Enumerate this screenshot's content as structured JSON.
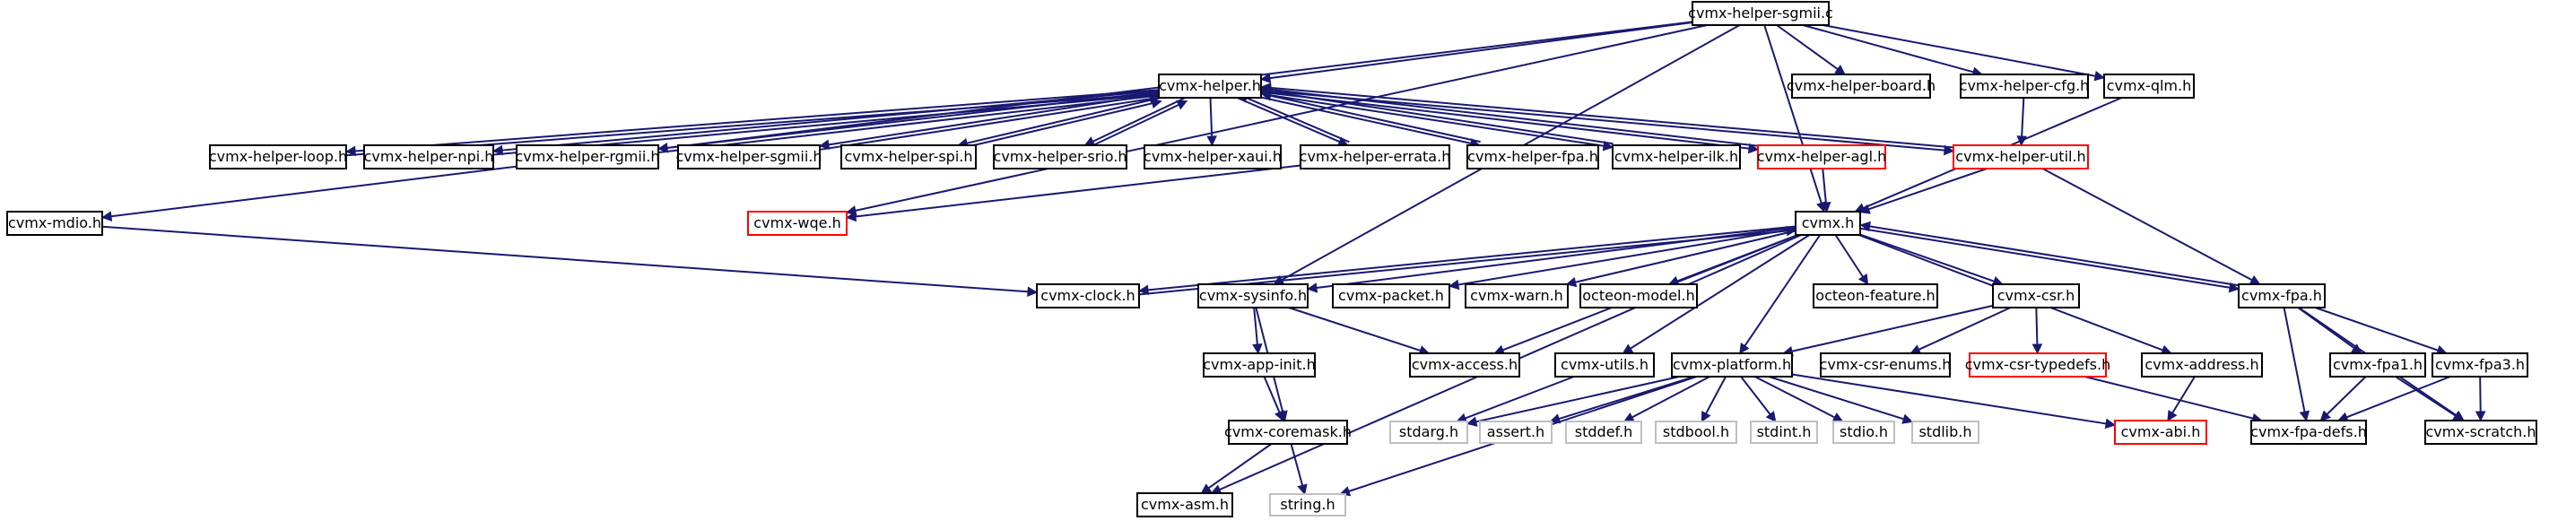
{
  "colors": {
    "edge": "#191970",
    "border_normal": "#000000",
    "border_link_red": "#ff0000",
    "border_external": "#bfbfbf",
    "root_fill": "#bfbfbf",
    "node_fill": "#ffffff"
  },
  "nodes": [
    {
      "id": "sgmii_c",
      "label": "cvmx-helper-sgmii.c",
      "kind": "root"
    },
    {
      "id": "mdio",
      "label": "cvmx-mdio.h",
      "kind": "normal"
    },
    {
      "id": "helper",
      "label": "cvmx-helper.h",
      "kind": "normal"
    },
    {
      "id": "board",
      "label": "cvmx-helper-board.h",
      "kind": "normal"
    },
    {
      "id": "cfg",
      "label": "cvmx-helper-cfg.h",
      "kind": "normal"
    },
    {
      "id": "qlm",
      "label": "cvmx-qlm.h",
      "kind": "normal"
    },
    {
      "id": "loop",
      "label": "cvmx-helper-loop.h",
      "kind": "normal"
    },
    {
      "id": "npi",
      "label": "cvmx-helper-npi.h",
      "kind": "normal"
    },
    {
      "id": "rgmii",
      "label": "cvmx-helper-rgmii.h",
      "kind": "normal"
    },
    {
      "id": "sgmii_h",
      "label": "cvmx-helper-sgmii.h",
      "kind": "normal"
    },
    {
      "id": "spi",
      "label": "cvmx-helper-spi.h",
      "kind": "normal"
    },
    {
      "id": "srio",
      "label": "cvmx-helper-srio.h",
      "kind": "normal"
    },
    {
      "id": "xaui",
      "label": "cvmx-helper-xaui.h",
      "kind": "normal"
    },
    {
      "id": "errata",
      "label": "cvmx-helper-errata.h",
      "kind": "normal"
    },
    {
      "id": "hfpa",
      "label": "cvmx-helper-fpa.h",
      "kind": "normal"
    },
    {
      "id": "ilk",
      "label": "cvmx-helper-ilk.h",
      "kind": "normal"
    },
    {
      "id": "agl",
      "label": "cvmx-helper-agl.h",
      "kind": "link"
    },
    {
      "id": "util",
      "label": "cvmx-helper-util.h",
      "kind": "link"
    },
    {
      "id": "wqe",
      "label": "cvmx-wqe.h",
      "kind": "link"
    },
    {
      "id": "cvmx",
      "label": "cvmx.h",
      "kind": "normal"
    },
    {
      "id": "clock",
      "label": "cvmx-clock.h",
      "kind": "normal"
    },
    {
      "id": "sysinfo",
      "label": "cvmx-sysinfo.h",
      "kind": "normal"
    },
    {
      "id": "packet",
      "label": "cvmx-packet.h",
      "kind": "normal"
    },
    {
      "id": "warn",
      "label": "cvmx-warn.h",
      "kind": "normal"
    },
    {
      "id": "model",
      "label": "octeon-model.h",
      "kind": "normal"
    },
    {
      "id": "feature",
      "label": "octeon-feature.h",
      "kind": "normal"
    },
    {
      "id": "csr",
      "label": "cvmx-csr.h",
      "kind": "normal"
    },
    {
      "id": "fpa",
      "label": "cvmx-fpa.h",
      "kind": "normal"
    },
    {
      "id": "appinit",
      "label": "cvmx-app-init.h",
      "kind": "normal"
    },
    {
      "id": "access",
      "label": "cvmx-access.h",
      "kind": "normal"
    },
    {
      "id": "utils",
      "label": "cvmx-utils.h",
      "kind": "normal"
    },
    {
      "id": "platform",
      "label": "cvmx-platform.h",
      "kind": "normal"
    },
    {
      "id": "csrenums",
      "label": "cvmx-csr-enums.h",
      "kind": "normal"
    },
    {
      "id": "csrtypedefs",
      "label": "cvmx-csr-typedefs.h",
      "kind": "link"
    },
    {
      "id": "address",
      "label": "cvmx-address.h",
      "kind": "normal"
    },
    {
      "id": "fpa1",
      "label": "cvmx-fpa1.h",
      "kind": "normal"
    },
    {
      "id": "fpa3",
      "label": "cvmx-fpa3.h",
      "kind": "normal"
    },
    {
      "id": "coremask",
      "label": "cvmx-coremask.h",
      "kind": "normal"
    },
    {
      "id": "stdarg",
      "label": "stdarg.h",
      "kind": "external"
    },
    {
      "id": "assert",
      "label": "assert.h",
      "kind": "external"
    },
    {
      "id": "stddef",
      "label": "stddef.h",
      "kind": "external"
    },
    {
      "id": "stdbool",
      "label": "stdbool.h",
      "kind": "external"
    },
    {
      "id": "stdint",
      "label": "stdint.h",
      "kind": "external"
    },
    {
      "id": "stdio",
      "label": "stdio.h",
      "kind": "external"
    },
    {
      "id": "stdlib",
      "label": "stdlib.h",
      "kind": "external"
    },
    {
      "id": "abi",
      "label": "cvmx-abi.h",
      "kind": "link"
    },
    {
      "id": "fpadefs",
      "label": "cvmx-fpa-defs.h",
      "kind": "normal"
    },
    {
      "id": "scratch",
      "label": "cvmx-scratch.h",
      "kind": "normal"
    },
    {
      "id": "asm",
      "label": "cvmx-asm.h",
      "kind": "normal"
    },
    {
      "id": "string",
      "label": "string.h",
      "kind": "external"
    }
  ],
  "edges": [
    [
      "sgmii_c",
      "mdio"
    ],
    [
      "sgmii_c",
      "helper"
    ],
    [
      "sgmii_c",
      "board"
    ],
    [
      "sgmii_c",
      "cfg"
    ],
    [
      "sgmii_c",
      "qlm"
    ],
    [
      "sgmii_c",
      "cvmx"
    ],
    [
      "sgmii_c",
      "wqe"
    ],
    [
      "sgmii_c",
      "sysinfo"
    ],
    [
      "helper",
      "loop"
    ],
    [
      "helper",
      "npi"
    ],
    [
      "helper",
      "rgmii"
    ],
    [
      "helper",
      "sgmii_h"
    ],
    [
      "helper",
      "spi"
    ],
    [
      "helper",
      "srio"
    ],
    [
      "helper",
      "xaui"
    ],
    [
      "helper",
      "errata"
    ],
    [
      "helper",
      "hfpa"
    ],
    [
      "helper",
      "ilk"
    ],
    [
      "helper",
      "agl"
    ],
    [
      "helper",
      "util"
    ],
    [
      "loop",
      "helper"
    ],
    [
      "npi",
      "helper"
    ],
    [
      "rgmii",
      "helper"
    ],
    [
      "sgmii_h",
      "helper"
    ],
    [
      "spi",
      "helper"
    ],
    [
      "srio",
      "helper"
    ],
    [
      "errata",
      "helper"
    ],
    [
      "hfpa",
      "helper"
    ],
    [
      "ilk",
      "helper"
    ],
    [
      "agl",
      "helper"
    ],
    [
      "util",
      "helper"
    ],
    [
      "errata",
      "wqe"
    ],
    [
      "agl",
      "cvmx"
    ],
    [
      "cfg",
      "util"
    ],
    [
      "util",
      "cvmx"
    ],
    [
      "util",
      "fpa"
    ],
    [
      "qlm",
      "cvmx"
    ],
    [
      "mdio",
      "clock"
    ],
    [
      "cvmx",
      "clock"
    ],
    [
      "cvmx",
      "sysinfo"
    ],
    [
      "cvmx",
      "packet"
    ],
    [
      "cvmx",
      "warn"
    ],
    [
      "cvmx",
      "model"
    ],
    [
      "cvmx",
      "feature"
    ],
    [
      "cvmx",
      "csr"
    ],
    [
      "cvmx",
      "fpa"
    ],
    [
      "cvmx",
      "access"
    ],
    [
      "cvmx",
      "utils"
    ],
    [
      "cvmx",
      "platform"
    ],
    [
      "cvmx",
      "address"
    ],
    [
      "cvmx",
      "asm"
    ],
    [
      "clock",
      "cvmx"
    ],
    [
      "fpa",
      "cvmx"
    ],
    [
      "sysinfo",
      "appinit"
    ],
    [
      "sysinfo",
      "coremask"
    ],
    [
      "sysinfo",
      "access"
    ],
    [
      "appinit",
      "coremask"
    ],
    [
      "coremask",
      "asm"
    ],
    [
      "coremask",
      "string"
    ],
    [
      "utils",
      "stdarg"
    ],
    [
      "csr",
      "platform"
    ],
    [
      "csr",
      "csrenums"
    ],
    [
      "csr",
      "csrtypedefs"
    ],
    [
      "platform",
      "stdarg"
    ],
    [
      "platform",
      "assert"
    ],
    [
      "platform",
      "stddef"
    ],
    [
      "platform",
      "stdbool"
    ],
    [
      "platform",
      "stdint"
    ],
    [
      "platform",
      "stdio"
    ],
    [
      "platform",
      "stdlib"
    ],
    [
      "platform",
      "abi"
    ],
    [
      "platform",
      "string"
    ],
    [
      "csrtypedefs",
      "fpadefs"
    ],
    [
      "address",
      "abi"
    ],
    [
      "fpa",
      "fpa1"
    ],
    [
      "fpa",
      "fpa3"
    ],
    [
      "fpa",
      "fpadefs"
    ],
    [
      "fpa",
      "scratch"
    ],
    [
      "fpa1",
      "fpadefs"
    ],
    [
      "fpa1",
      "scratch"
    ],
    [
      "fpa3",
      "fpadefs"
    ],
    [
      "fpa3",
      "scratch"
    ]
  ]
}
